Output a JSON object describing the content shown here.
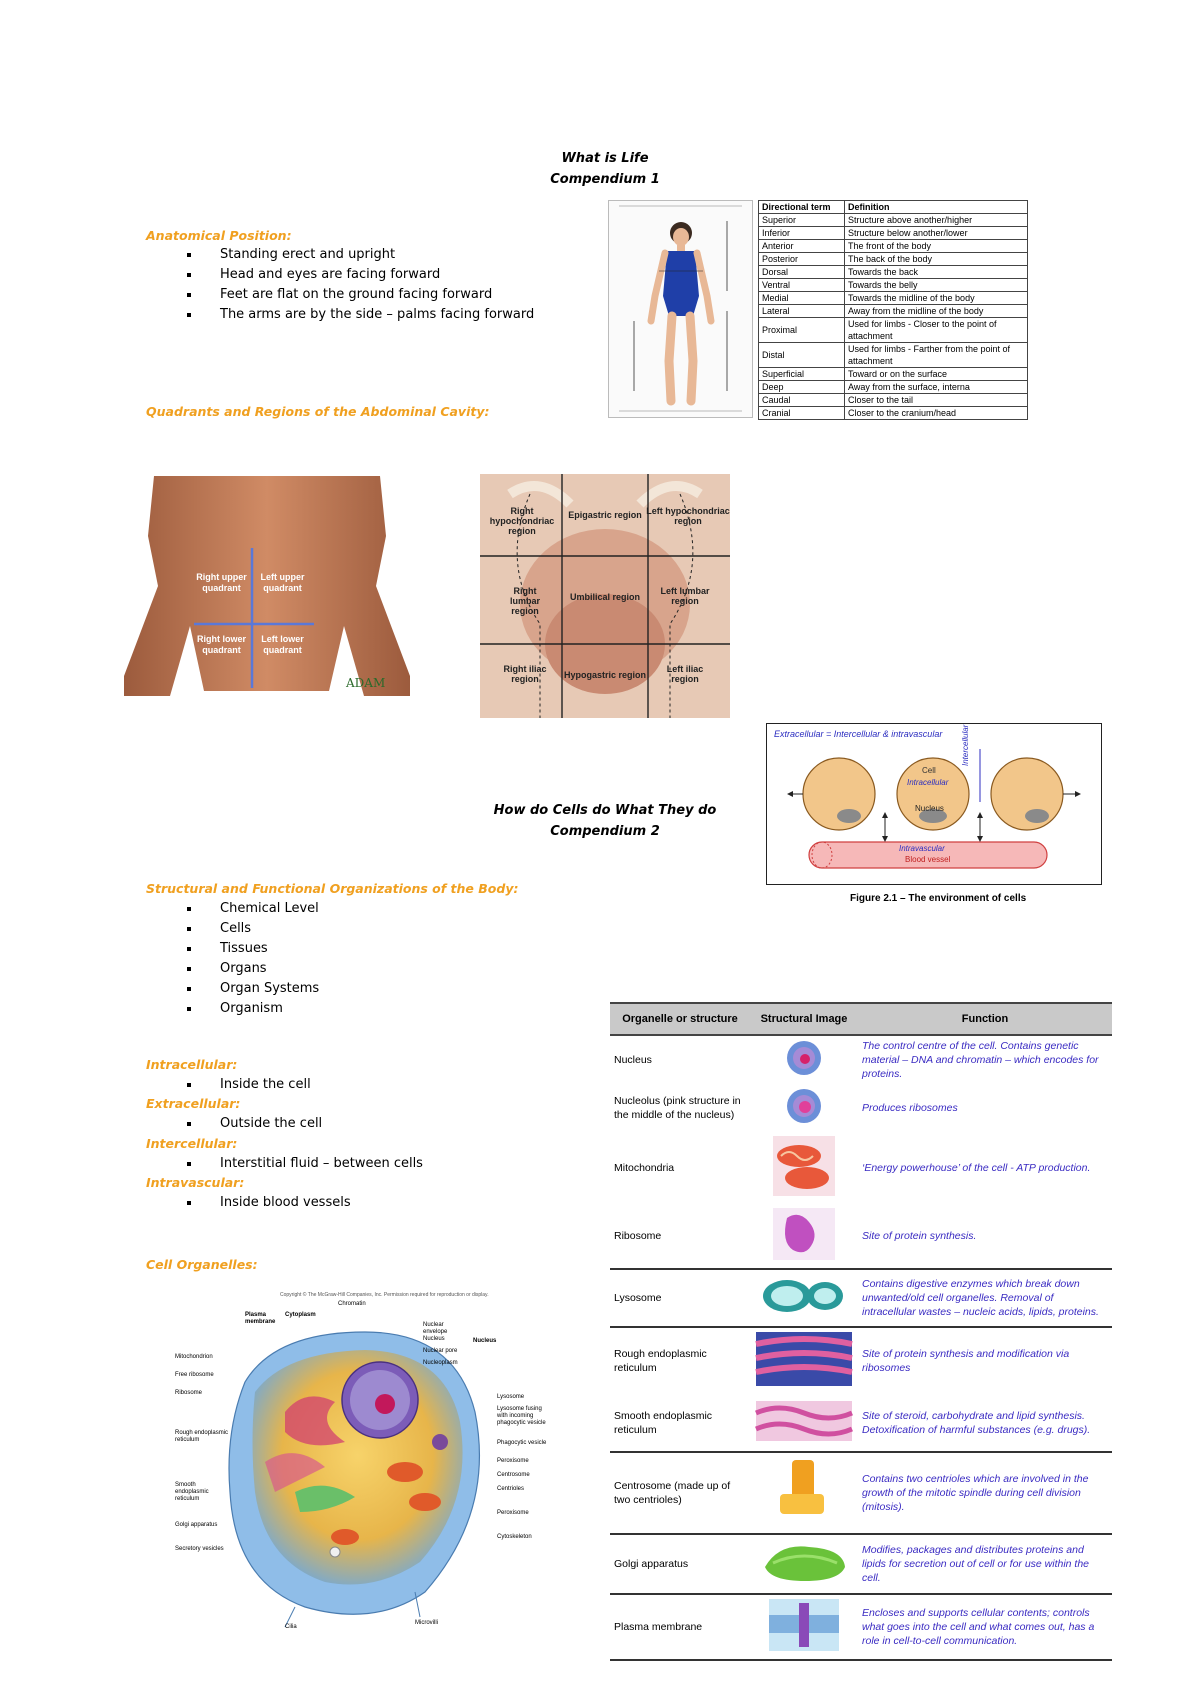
{
  "page1": {
    "title_line1": "What is Life",
    "title_line2": "Compendium 1",
    "anatomical": {
      "heading": "Anatomical Position:",
      "items": [
        "Standing erect and upright",
        "Head and eyes are facing forward",
        "Feet are flat on the ground facing forward",
        "The arms are by the side – palms facing forward"
      ]
    },
    "directional_table": {
      "headers": [
        "Directional term",
        "Definition"
      ],
      "rows": [
        [
          "Superior",
          "Structure above another/higher"
        ],
        [
          "Inferior",
          "Structure below another/lower"
        ],
        [
          "Anterior",
          "The front of the body"
        ],
        [
          "Posterior",
          "The back of the body"
        ],
        [
          "Dorsal",
          "Towards the back"
        ],
        [
          "Ventral",
          "Towards the belly"
        ],
        [
          "Medial",
          "Towards the midline of the body"
        ],
        [
          "Lateral",
          "Away from the midline of the body"
        ],
        [
          "Proximal",
          "Used for limbs - Closer to the point of attachment"
        ],
        [
          "Distal",
          "Used for limbs - Farther from the point of attachment"
        ],
        [
          "Superficial",
          "Toward or on the surface"
        ],
        [
          "Deep",
          "Away from the surface, interna"
        ],
        [
          "Caudal",
          "Closer to the tail"
        ],
        [
          "Cranial",
          "Closer to the cranium/head"
        ]
      ]
    },
    "quadrants_heading": "Quadrants and Regions of the Abdominal Cavity:",
    "quadrants": {
      "ruq": "Right upper quadrant",
      "luq": "Left upper quadrant",
      "rlq": "Right lower quadrant",
      "llq": "Left lower quadrant",
      "logo": "ADAM"
    },
    "regions": [
      "Right hypochondriac region",
      "Epigastric region",
      "Left hypochondriac region",
      "Right lumbar region",
      "Umbilical region",
      "Left lumbar region",
      "Right iliac region",
      "Hypogastric region",
      "Left iliac region"
    ]
  },
  "figure": {
    "top_text": "Extracellular = Intercellular & intravascular",
    "cell_label": "Cell",
    "intracellular": "Intracellular",
    "nucleus": "Nucleus",
    "intercellular": "Intercellular",
    "intravascular": "Intravascular",
    "blood_vessel": "Blood vessel",
    "caption": "Figure 2.1 – The environment of cells"
  },
  "page2": {
    "title_line1": "How do Cells do What They do",
    "title_line2": "Compendium 2",
    "structural": {
      "heading": "Structural and Functional Organizations of the Body:",
      "items": [
        "Chemical Level",
        "Cells",
        "Tissues",
        "Organs",
        "Organ Systems",
        "Organism"
      ]
    },
    "intracellular": {
      "heading": "Intracellular:",
      "item": "Inside the cell"
    },
    "extracellular": {
      "heading": "Extracellular:",
      "item": "Outside the cell"
    },
    "intercellular": {
      "heading": "Intercellular:",
      "item": "Interstitial fluid – between cells"
    },
    "intravascular": {
      "heading": "Intravascular:",
      "item": "Inside blood vessels"
    },
    "organelles_heading": "Cell Organelles:"
  },
  "cell_diagram": {
    "copyright": "Copyright © The McGraw-Hill Companies, Inc. Permission required for reproduction or display.",
    "labels_left": [
      "Mitochondrion",
      "Free ribosome",
      "Ribosome",
      "Rough endoplasmic reticulum",
      "Smooth endoplasmic reticulum",
      "Golgi apparatus",
      "Secretory vesicles"
    ],
    "labels_top": [
      "Plasma membrane",
      "Cytoplasm",
      "Chromatin"
    ],
    "labels_right": [
      "Nuclear envelope",
      "Nucleus",
      "Nuclear pore",
      "Nucleoplasm",
      "Lysosome",
      "Lysosome fusing with incoming phagocytic vesicle",
      "Phagocytic vesicle",
      "Peroxisome",
      "Centrosome",
      "Centrioles",
      "Peroxisome",
      "Cytoskeleton"
    ],
    "nucleus_group": "Nucleus",
    "labels_bottom": [
      "Cilia",
      "Microvilli"
    ]
  },
  "organelle_table": {
    "headers": [
      "Organelle or structure",
      "Structural Image",
      "Function"
    ],
    "rows": [
      {
        "name": "Nucleus",
        "function": "The control centre of the cell. Contains genetic material – DNA and chromatin – which encodes for proteins."
      },
      {
        "name": "Nucleolus (pink structure in the middle of the nucleus)",
        "function": "Produces ribosomes"
      },
      {
        "name": "Mitochondria",
        "function": "‘Energy powerhouse’ of the cell - ATP production."
      },
      {
        "name": "Ribosome",
        "function": "Site of protein synthesis."
      },
      {
        "name": "Lysosome",
        "function": "Contains digestive enzymes which break down unwanted/old cell organelles. Removal of intracellular wastes – nucleic acids, lipids, proteins."
      },
      {
        "name": "Rough endoplasmic reticulum",
        "function": "Site of protein synthesis and modification via ribosomes"
      },
      {
        "name": "Smooth endoplasmic reticulum",
        "function": "Site of steroid, carbohydrate and lipid synthesis. Detoxification of harmful substances (e.g. drugs)."
      },
      {
        "name": "Centrosome (made up of two centrioles)",
        "function": "Contains two centrioles which are involved in the growth of the mitotic spindle during cell division (mitosis)."
      },
      {
        "name": "Golgi apparatus",
        "function": "Modifies, packages and distributes proteins and lipids for secretion out of cell or for use within the cell."
      },
      {
        "name": "Plasma membrane",
        "function": "Encloses and supports cellular contents; controls what goes into the cell and what comes out, has a role in cell-to-cell communication."
      }
    ],
    "colors": {
      "header_bg": "#c9c9c9",
      "function_text": "#3a2bc2"
    }
  },
  "colors": {
    "heading": "#f0a020"
  }
}
